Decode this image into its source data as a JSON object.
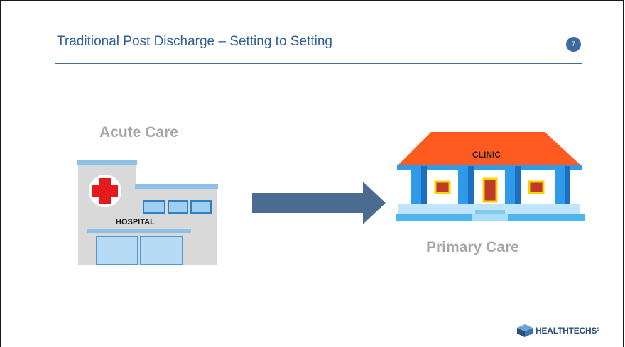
{
  "slide": {
    "title": "Traditional Post Discharge – Setting to Setting",
    "page_number": "7"
  },
  "diagram": {
    "source_label": "Acute Care",
    "target_label": "Primary Care",
    "hospital_sign": "HOSPITAL",
    "clinic_sign": "CLINIC"
  },
  "footer": {
    "logo_text": "HEALTHTECHS³"
  },
  "colors": {
    "title": "#2e5f9a",
    "rule": "#4a6a92",
    "arrow": "#4b6b90",
    "clinic_roof": "#ff5a1f",
    "clinic_column": "#2f9be8",
    "label_gray": "#a6a6a6"
  },
  "icons": [
    "hospital-icon",
    "arrow-right-icon",
    "clinic-icon",
    "healthtechs-logo-icon"
  ]
}
